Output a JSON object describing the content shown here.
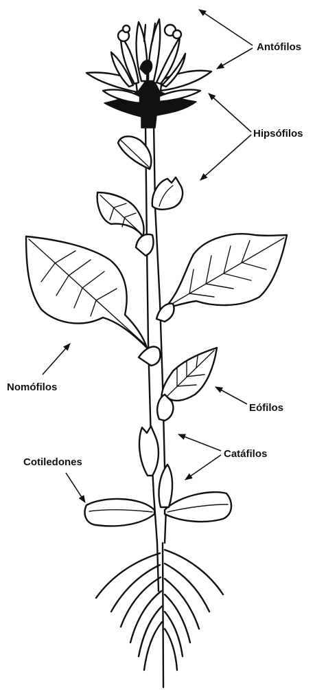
{
  "labels": {
    "antofilos": "Antófilos",
    "hipsofilos": "Hipsófilos",
    "nomofilos": "Nomófilos",
    "eofilos": "Eófilos",
    "catafilos": "Catáfilos",
    "cotiledones": "Cotiledones"
  },
  "colors": {
    "ink": "#111111",
    "background": "#ffffff"
  }
}
